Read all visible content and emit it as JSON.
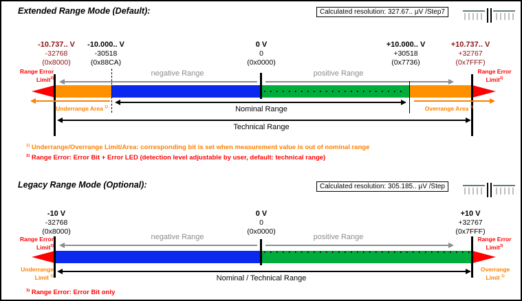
{
  "colors": {
    "maroon": "#8B1212",
    "red": "#FF0000",
    "orange_text": "#FF8000",
    "orange_bar": "#FF9000",
    "blue_bar": "#0A28EE",
    "green_bar": "#00AC3C",
    "gray": "#8C8C8C"
  },
  "extended": {
    "title": "Extended Range Mode (Default):",
    "resolution": "Calculated resolution: 327.67.. µV /Step7",
    "cols": {
      "neg_limit": {
        "v": "-10.737.. V",
        "counts": "-32768",
        "hex": "(0x8000)"
      },
      "neg_nom": {
        "v": "-10.000.. V",
        "counts": "-30518",
        "hex": "(0x88CA)"
      },
      "zero": {
        "v": "0 V",
        "counts": "0",
        "hex": "(0x0000)"
      },
      "pos_nom": {
        "v": "+10.000.. V",
        "counts": "+30518",
        "hex": "(0x7736)"
      },
      "pos_limit": {
        "v": "+10.737.. V",
        "counts": "+32767",
        "hex": "(0x7FFF)"
      }
    },
    "negative_range": "negative Range",
    "positive_range": "positive Range",
    "nominal_range": "Nominal Range",
    "technical_range": "Technical Range",
    "range_error": {
      "text": "Range Error Limit",
      "sup": "2)"
    },
    "underrange": {
      "text": "Underrange Area",
      "sup": "1)"
    },
    "overrange": {
      "text": "Overrange Area",
      "sup": "1)"
    },
    "footnote1": {
      "sup": "1)",
      "text": "Underrange/Overrange Limit/Area: corresponding bit is set when measurement value is out of nominal range"
    },
    "footnote2": {
      "sup": "2)",
      "text": "Range Error: Error Bit + Error LED (detection level adjustable by user, default: technical range)"
    }
  },
  "legacy": {
    "title": "Legacy Range Mode (Optional):",
    "resolution": "Calculated resolution: 305.185.. µV /Step",
    "cols": {
      "neg_limit": {
        "v": "-10 V",
        "counts": "-32768",
        "hex": "(0x8000)"
      },
      "zero": {
        "v": "0 V",
        "counts": "0",
        "hex": "(0x0000)"
      },
      "pos_limit": {
        "v": "+10 V",
        "counts": "+32767",
        "hex": "(0x7FFF)"
      }
    },
    "negative_range": "negative Range",
    "positive_range": "positive Range",
    "nominal_range": "Nominal / Technical Range",
    "range_error": {
      "text": "Range Error Limit",
      "sup": "3)"
    },
    "underrange": {
      "text": "Underrange Limit",
      "sup": "1)"
    },
    "overrange": {
      "text": "Overrange Limit",
      "sup": "1)"
    },
    "footnote3": {
      "sup": "3)",
      "text": "Range Error: Error Bit only"
    }
  }
}
